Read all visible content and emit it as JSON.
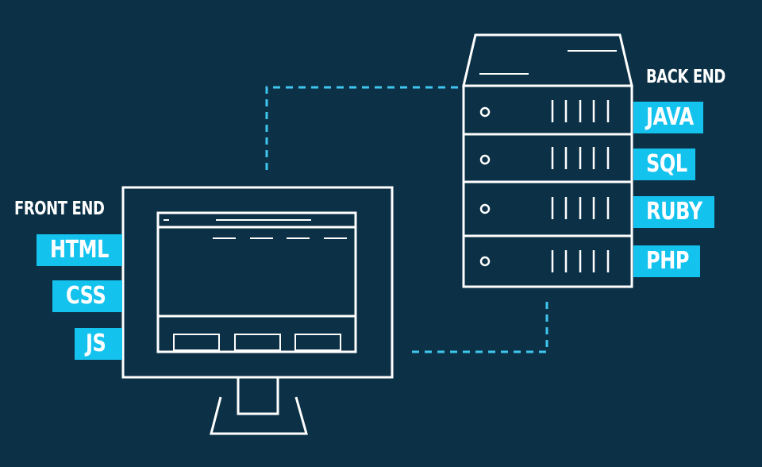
{
  "front_end": {
    "label": "FRONT END",
    "technologies": [
      "HTML",
      "CSS",
      "JS"
    ]
  },
  "back_end": {
    "label": "BACK END",
    "technologies": [
      "JAVA",
      "SQL",
      "RUBY",
      "PHP"
    ]
  },
  "colors": {
    "background": "#0c3147",
    "line": "#ffffff",
    "accent": "#14c2ee",
    "connector": "#3fc6ee"
  }
}
